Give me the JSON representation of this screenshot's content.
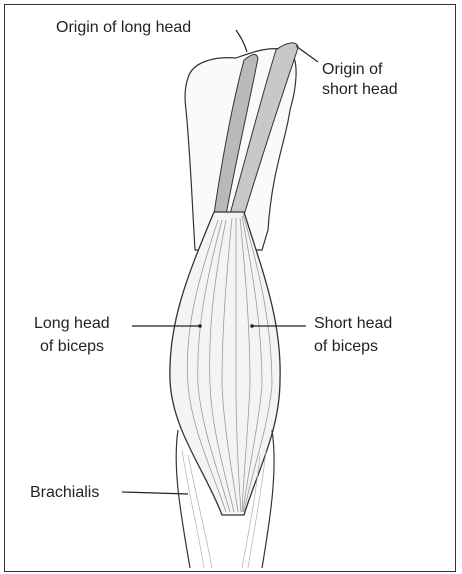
{
  "labels": {
    "origin_long_head": "Origin of long head",
    "origin_short_head_line1": "Origin of",
    "origin_short_head_line2": "short head",
    "long_head_line1": "Long head",
    "long_head_line2": "of biceps",
    "short_head_line1": "Short head",
    "short_head_line2": "of biceps",
    "brachialis": "Brachialis"
  },
  "colors": {
    "ink": "#222222",
    "shading": "#9a9a9a",
    "background": "#ffffff"
  }
}
